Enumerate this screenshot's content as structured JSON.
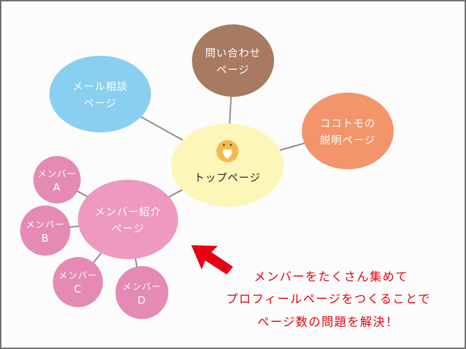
{
  "colors": {
    "frame_border": "#6e6e6e",
    "connector": "#8a8a8a",
    "inquiry": "#a87a62",
    "mail": "#88cff0",
    "about": "#f2956a",
    "top": "#fcf7b9",
    "member_intro": "#ee99bf",
    "member": "#e48ab4",
    "caption": "#e60012",
    "arrow": "#e60012",
    "mascot": "#f6b94e"
  },
  "nodes": {
    "inquiry": {
      "line1": "問い合わせ",
      "line2": "ページ"
    },
    "mail": {
      "line1": "メール相談",
      "line2": "ページ"
    },
    "about": {
      "line1": "ココトモの",
      "line2": "説明ページ"
    },
    "top": {
      "label": "トップページ",
      "icon": "mascot-heart-icon"
    },
    "member_intro": {
      "line1": "メンバー紹介",
      "line2": "ページ"
    },
    "member_a": {
      "line1": "メンバー",
      "line2": "A"
    },
    "member_b": {
      "line1": "メンバー",
      "line2": "B"
    },
    "member_c": {
      "line1": "メンバー",
      "line2": "C"
    },
    "member_d": {
      "line1": "メンバー",
      "line2": "D"
    }
  },
  "caption": {
    "line1": "メンバーをたくさん集めて",
    "line2": "プロフィールページをつくることで",
    "line3": "ページ数の問題を解決！"
  }
}
